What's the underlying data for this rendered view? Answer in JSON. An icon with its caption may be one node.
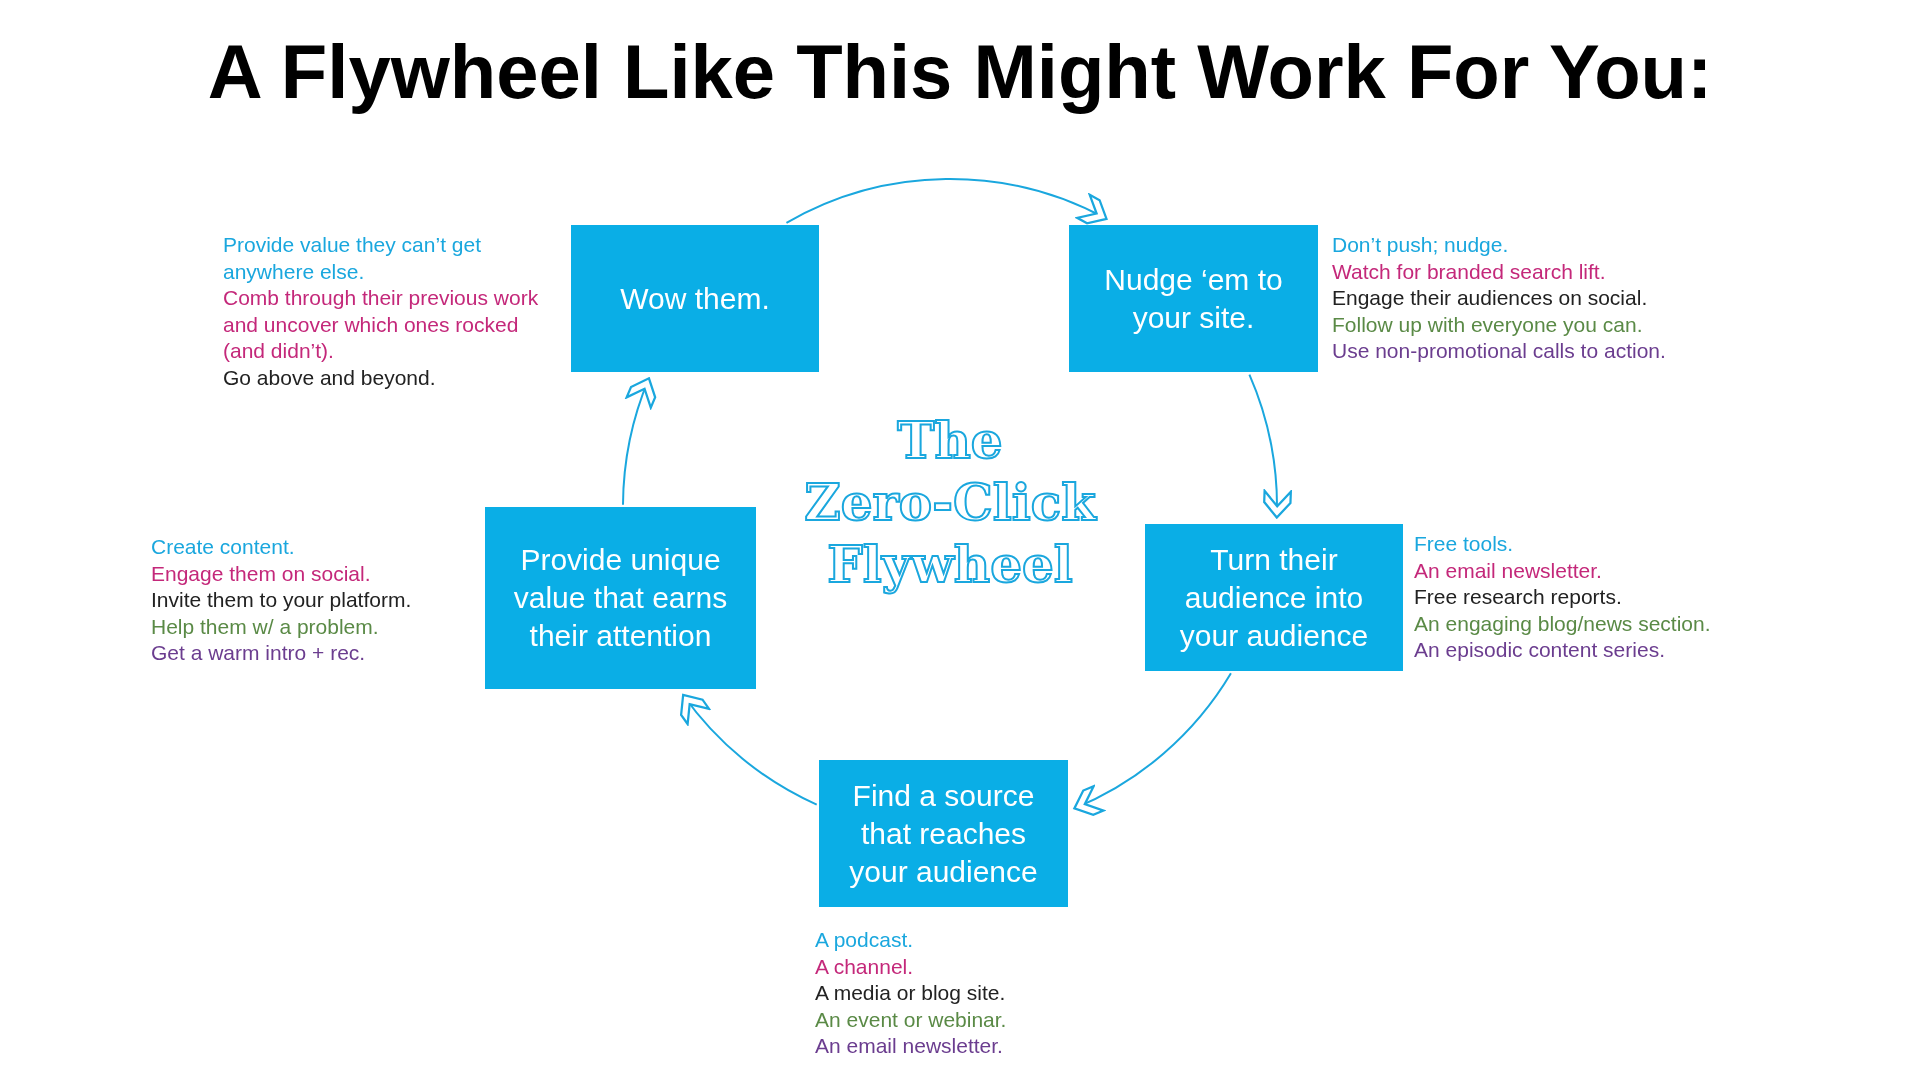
{
  "diagram": {
    "title": "A Flywheel Like This Might Work For You:",
    "nodes": [
      {
        "text": [
          "Wow them."
        ],
        "beside": [
          "Provide value they can’t get anywhere else.",
          "Comb through their previous work and uncover which ones rocked (and didn’t).",
          "Go above and beyond."
        ]
      },
      {
        "text": [
          "Nudge ‘em to your site."
        ],
        "beside": [
          "Don’t push; nudge.",
          "Watch for branded search lift.",
          "Engage their audiences on social.",
          "Follow up with everyone you can.",
          "Use non-promotional calls to action."
        ]
      },
      {
        "text": [
          "Turn their audience into your audience"
        ],
        "beside": [
          "Free tools.",
          "An email newsletter.",
          "Free research reports.",
          "An engaging blog/news section.",
          "An episodic content series."
        ]
      },
      {
        "text": [
          "Find a source that reaches your audience"
        ],
        "beside": [
          "A podcast.",
          "A channel.",
          "A media or blog site.",
          "An event or webinar.",
          "An email newsletter."
        ]
      },
      {
        "text": [
          "Provide unique value that earns their attention"
        ],
        "beside": [
          "Create content.",
          "Engage them on social.",
          "Invite them to your platform.",
          "Help them w/ a problem.",
          "Get a warm intro + rec."
        ]
      }
    ],
    "edges": [
      {
        "from": 0,
        "to": 1,
        "arrow": "to"
      },
      {
        "from": 1,
        "to": 2,
        "arrow": "to"
      },
      {
        "from": 2,
        "to": 3,
        "arrow": "to"
      },
      {
        "from": 3,
        "to": 4,
        "arrow": "to"
      },
      {
        "from": 4,
        "to": 0,
        "arrow": "to"
      }
    ],
    "labels": [
      "The Zero-Click Flywheel"
    ]
  }
}
